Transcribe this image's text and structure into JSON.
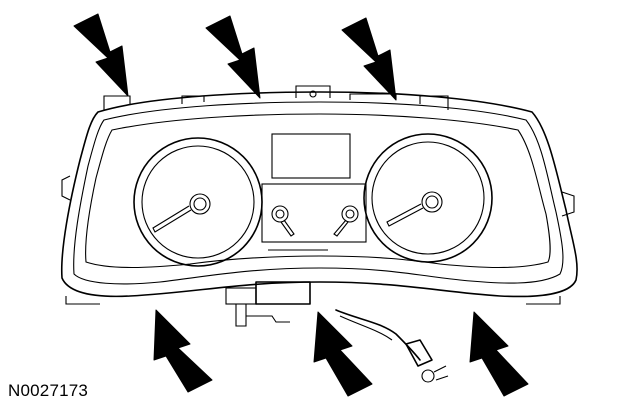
{
  "figure": {
    "reference_code": "N0027173",
    "subject": "instrument-cluster",
    "arrow_count": 6,
    "ink_color": "#000000",
    "background_color": "#ffffff"
  }
}
